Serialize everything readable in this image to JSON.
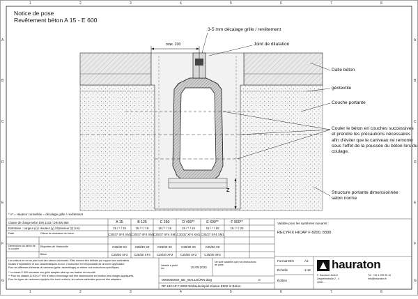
{
  "title": {
    "line1": "Notice de pose",
    "line2": "Revêtement béton A 15 - E 600"
  },
  "margin_letters": [
    "A",
    "B",
    "C",
    "D",
    "E",
    "F",
    "G"
  ],
  "margin_numbers": [
    "1",
    "2",
    "3",
    "4",
    "5",
    "6",
    "7",
    "8"
  ],
  "drawing": {
    "dim_label": "max. 200",
    "z_label": "Z",
    "callouts": {
      "offset": "3-5 mm décalage grille / revêtement",
      "joint": "Joint de dilatation",
      "slab": "Dalle béton",
      "geotextile": "géotextile",
      "base": "Couche portante",
      "pour": "Couler le béton en couches successives et prendre les précautions nécessaires afin d'éviter que le caniveau ne remonte sous l'effet de la poussée du béton lors du coulage.",
      "structure": "Structure portante dimensionnée selon norme"
    }
  },
  "footnote": "* v* = Hauteur conseillée = décalage grille / revêtement",
  "table": {
    "top_left": "Classe de charge selon DIN 1433 / DIN EN 858",
    "classes": [
      "A 15",
      "B 125",
      "C 250",
      "D 400**",
      "E 600**",
      "F 900**"
    ],
    "rows": [
      {
        "label": "Entretoise : Largeur (x) / Hauteur (y) / Épaisseur (z) (cm)",
        "values": [
          "15 / * / 15",
          "15 / * / 15",
          "15 / * / 15",
          "15 / * / 15",
          "15 / * / 15",
          "15 / * / 20"
        ]
      },
      {
        "label": "Dalle",
        "sub": "Classe de résistance du béton",
        "values": [
          "C30/37 XF4 XM1",
          "C30/37 XF4 XM1",
          "C30/37 XF4 XM1",
          "C30/37 XF4 XM1",
          "C30/37 XF4 XM1",
          ""
        ]
      },
      {
        "label": "Dimensions du béton de la couche",
        "sub": "Étiquettes de l'étanchéité",
        "values": [
          "C25/30 X0",
          "C25/30 X0",
          "C25/30 X0",
          "C25/30 X0",
          "C25/30 X0",
          ""
        ]
      },
      {
        "label": "",
        "sub": "Béton",
        "values": [
          "C25/30 XF3",
          "C25/30 XF3",
          "C25/30 XF3",
          "C25/30 XF3",
          "C25/30 XF3",
          ""
        ]
      }
    ],
    "notes": [
      "Les valeurs en cm du plan sont des valeurs minimales. Elles doivent être définies par rapport aux contraintes",
      "locales d'exploitation et aux caractéristiques du sol. L'instructeur est responsable de la bonne application.",
      "Pour les différents éléments du caniveau (grille, assemblage) se référer aux instructions spécifiques.",
      "* La classe E 600 nécessite une grille adaptée ainsi qu'une fixation de sécurité.",
      "** Pour les classes D 400 à F 900 le béton d'enrobage doit être dimensionné en fonction des charges appliquées.",
      "Pour les types de caniveaux équipés d'un bord renforcé, les valeurs minimales peuvent être adaptées."
    ],
    "validity": "Valable pour les systèmes suivants :",
    "systems": "RECYFIX HICAP F 8200, 8300",
    "valid_from_label": "Valable à partir du :",
    "valid_from": "20.09.2022",
    "note_label": "Ne sont valables que nos instructions de pose.",
    "file": "0000000002_BE_WALLDÜRN.dwg",
    "file_version": "0",
    "subtitle": "RF-HICAP F 8000 Einbaubeispiel Klasse E600 in Beton",
    "format_label": "Format DIN",
    "format_value": "A4",
    "scale_label": "Échelle",
    "scale_value": "1:12",
    "edit_label": "Édition",
    "edit_value": "",
    "brand": "hauraton",
    "address": [
      "F. Hauraton GmbH",
      "Zeppelinstraße 2 - 4",
      "4245 ..."
    ],
    "contact": [
      "Tél. +33 4 299 99 10",
      "info@hauraton.fr"
    ]
  }
}
